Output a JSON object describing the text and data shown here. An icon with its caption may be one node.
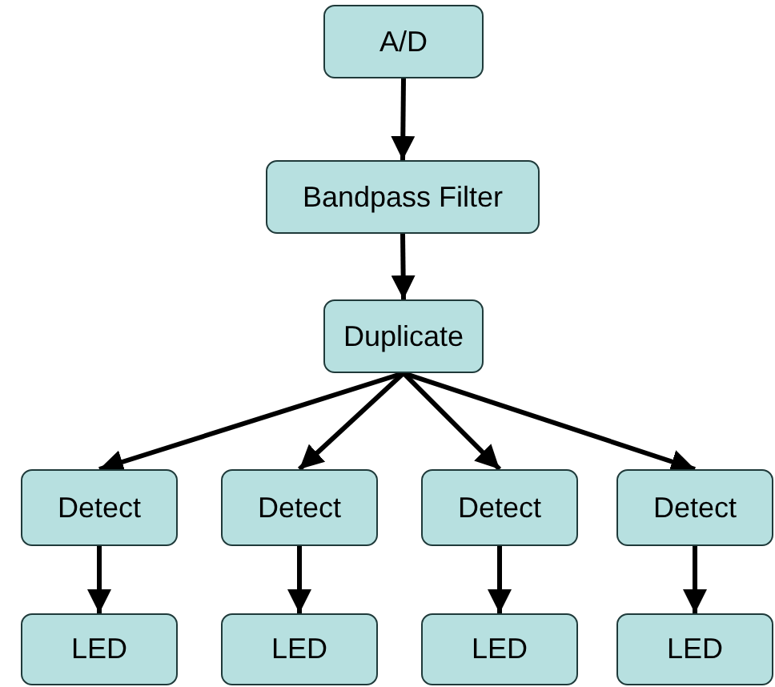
{
  "diagram": {
    "nodes": [
      {
        "text": [
          "A/D"
        ]
      },
      {
        "text": [
          "Bandpass Filter"
        ]
      },
      {
        "text": [
          "Duplicate"
        ]
      },
      {
        "text": [
          "Detect"
        ]
      },
      {
        "text": [
          "Detect"
        ]
      },
      {
        "text": [
          "Detect"
        ]
      },
      {
        "text": [
          "Detect"
        ]
      },
      {
        "text": [
          "LED"
        ]
      },
      {
        "text": [
          "LED"
        ]
      },
      {
        "text": [
          "LED"
        ]
      },
      {
        "text": [
          "LED"
        ]
      }
    ],
    "edges": [
      {
        "from": 0,
        "to": 1,
        "arrow": "to"
      },
      {
        "from": 1,
        "to": 2,
        "arrow": "to"
      },
      {
        "from": 2,
        "to": 3,
        "arrow": "to"
      },
      {
        "from": 2,
        "to": 4,
        "arrow": "to"
      },
      {
        "from": 2,
        "to": 5,
        "arrow": "to"
      },
      {
        "from": 2,
        "to": 6,
        "arrow": "to"
      },
      {
        "from": 3,
        "to": 7,
        "arrow": "to"
      },
      {
        "from": 4,
        "to": 8,
        "arrow": "to"
      },
      {
        "from": 5,
        "to": 9,
        "arrow": "to"
      },
      {
        "from": 6,
        "to": 10,
        "arrow": "to"
      }
    ]
  }
}
